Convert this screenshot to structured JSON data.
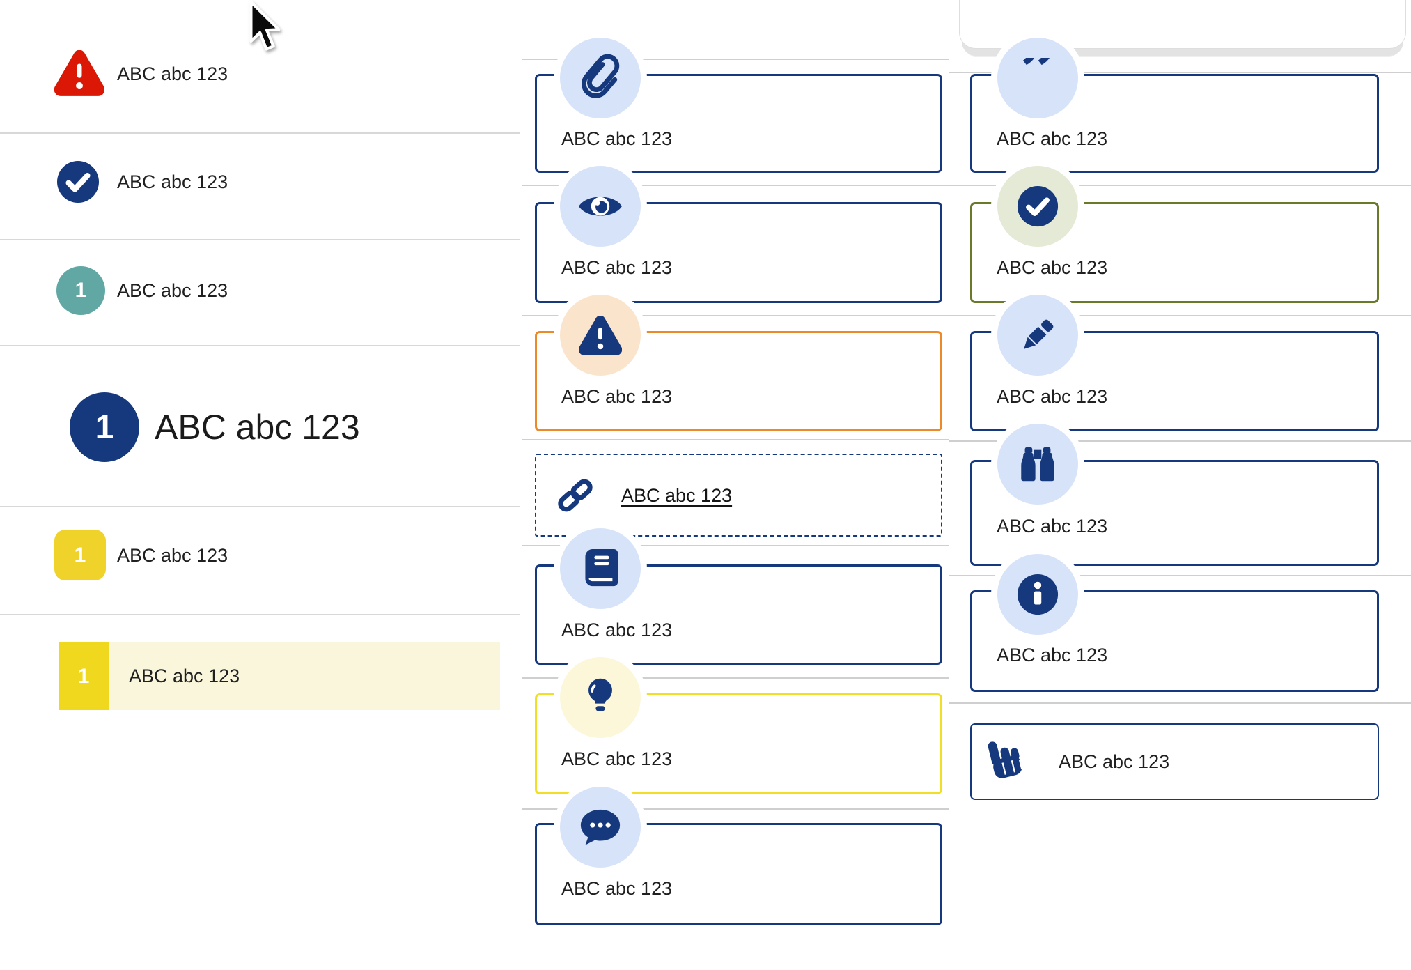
{
  "left_list": {
    "items": [
      {
        "id": "alert",
        "icon": "warning-triangle-icon",
        "label": "ABC abc 123"
      },
      {
        "id": "complete",
        "icon": "check-circle-icon",
        "label": "ABC abc 123"
      },
      {
        "id": "step-teal",
        "icon": "number-badge-teal",
        "number": "1",
        "label": "ABC abc 123"
      },
      {
        "id": "step-large",
        "icon": "number-badge-large-navy",
        "number": "1",
        "label": "ABC abc 123"
      },
      {
        "id": "step-yellow",
        "icon": "number-badge-yellow",
        "number": "1",
        "label": "ABC abc 123"
      },
      {
        "id": "step-yellow-highlighted",
        "icon": "number-badge-yellow",
        "number": "1",
        "label": "ABC abc 123",
        "highlighted": true
      }
    ]
  },
  "middle_list": {
    "items": [
      {
        "id": "attachment",
        "icon": "paperclip-icon",
        "label": "ABC abc 123",
        "border": "navy"
      },
      {
        "id": "view",
        "icon": "eye-icon",
        "label": "ABC abc 123",
        "border": "navy"
      },
      {
        "id": "warning",
        "icon": "warning-triangle-icon",
        "label": "ABC abc 123",
        "border": "orange"
      },
      {
        "id": "link",
        "icon": "link-icon",
        "label": "ABC abc 123",
        "border": "navy-dashed",
        "underlined": true
      },
      {
        "id": "reference",
        "icon": "book-icon",
        "label": "ABC abc 123",
        "border": "navy"
      },
      {
        "id": "tip",
        "icon": "lightbulb-icon",
        "label": "ABC abc 123",
        "border": "yellow"
      },
      {
        "id": "comment",
        "icon": "comment-dots-icon",
        "label": "ABC abc 123",
        "border": "navy"
      }
    ]
  },
  "right_list": {
    "items": [
      {
        "id": "quote",
        "icon": "quote-right-icon",
        "quote_glyph": "”",
        "label": "ABC abc 123",
        "border": "navy"
      },
      {
        "id": "success",
        "icon": "check-circle-icon",
        "label": "ABC abc 123",
        "border": "olive"
      },
      {
        "id": "edit",
        "icon": "pencil-icon",
        "label": "ABC abc 123",
        "border": "navy"
      },
      {
        "id": "search",
        "icon": "binoculars-icon",
        "label": "ABC abc 123",
        "border": "navy"
      },
      {
        "id": "info",
        "icon": "info-circle-icon",
        "label": "ABC abc 123",
        "border": "navy"
      },
      {
        "id": "action",
        "icon": "hand-pointer-icon",
        "label": "ABC abc 123",
        "border": "navy-thin"
      }
    ]
  },
  "colors": {
    "navy": "#16387c",
    "periwinkle_icon_bg": "#d7e3f8",
    "red": "#db1705",
    "teal": "#61a8a4",
    "yellow_badge": "#efd32b",
    "yellow_badge_bright": "#f0d81e",
    "pale_yellow_row": "#faf6db",
    "orange_border": "#ec8a2a",
    "pale_orange_icon_bg": "#fbe4cc",
    "yellow_border": "#f1de26",
    "pale_yellow_icon_bg": "#fbf7d8",
    "olive_border": "#6a7a2b",
    "pale_green_icon_bg": "#e4ead6"
  }
}
